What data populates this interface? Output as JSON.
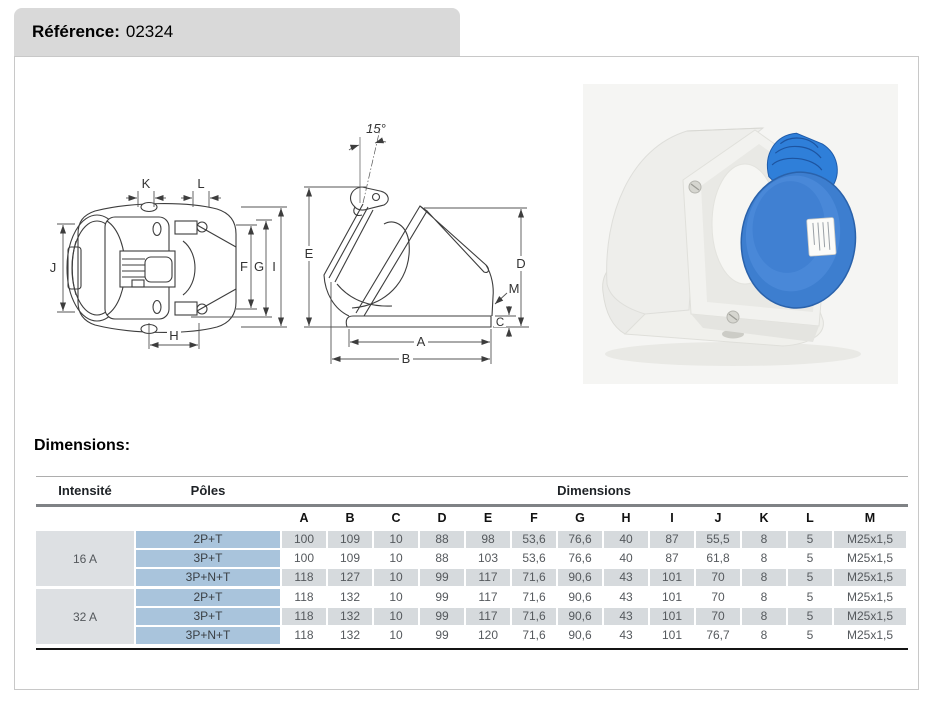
{
  "header": {
    "label": "Référence:",
    "value": "02324"
  },
  "section": {
    "dimensions_heading": "Dimensions:"
  },
  "drawings": {
    "angle_label": "15°",
    "labels": {
      "A": "A",
      "B": "B",
      "C": "C",
      "D": "D",
      "E": "E",
      "F": "F",
      "G": "G",
      "H": "H",
      "I": "I",
      "J": "J",
      "K": "K",
      "L": "L",
      "M": "M"
    }
  },
  "photo": {
    "description": "wall-mounted industrial socket, white body with blue lid"
  },
  "colors": {
    "tab_bg": "#d9d9d9",
    "poles_cell_blue": "#a9c4dc",
    "shaded_cell_gray": "#d6dadd",
    "intensity_cell_gray": "#dde0e3",
    "lid_blue": "#3d7ecf"
  },
  "table": {
    "header": {
      "intensity": "Intensité",
      "poles": "Pôles",
      "dimensions": "Dimensions"
    },
    "columns": [
      "A",
      "B",
      "C",
      "D",
      "E",
      "F",
      "G",
      "H",
      "I",
      "J",
      "K",
      "L",
      "M"
    ],
    "groups": [
      {
        "intensity": "16 A",
        "rows": [
          {
            "poles": "2P+T",
            "values": [
              "100",
              "109",
              "10",
              "88",
              "98",
              "53,6",
              "76,6",
              "40",
              "87",
              "55,5",
              "8",
              "5",
              "M25x1,5"
            ]
          },
          {
            "poles": "3P+T",
            "values": [
              "100",
              "109",
              "10",
              "88",
              "103",
              "53,6",
              "76,6",
              "40",
              "87",
              "61,8",
              "8",
              "5",
              "M25x1,5"
            ]
          },
          {
            "poles": "3P+N+T",
            "values": [
              "118",
              "127",
              "10",
              "99",
              "117",
              "71,6",
              "90,6",
              "43",
              "101",
              "70",
              "8",
              "5",
              "M25x1,5"
            ]
          }
        ]
      },
      {
        "intensity": "32 A",
        "rows": [
          {
            "poles": "2P+T",
            "values": [
              "118",
              "132",
              "10",
              "99",
              "117",
              "71,6",
              "90,6",
              "43",
              "101",
              "70",
              "8",
              "5",
              "M25x1,5"
            ]
          },
          {
            "poles": "3P+T",
            "values": [
              "118",
              "132",
              "10",
              "99",
              "117",
              "71,6",
              "90,6",
              "43",
              "101",
              "70",
              "8",
              "5",
              "M25x1,5"
            ]
          },
          {
            "poles": "3P+N+T",
            "values": [
              "118",
              "132",
              "10",
              "99",
              "120",
              "71,6",
              "90,6",
              "43",
              "101",
              "76,7",
              "8",
              "5",
              "M25x1,5"
            ]
          }
        ]
      }
    ]
  }
}
